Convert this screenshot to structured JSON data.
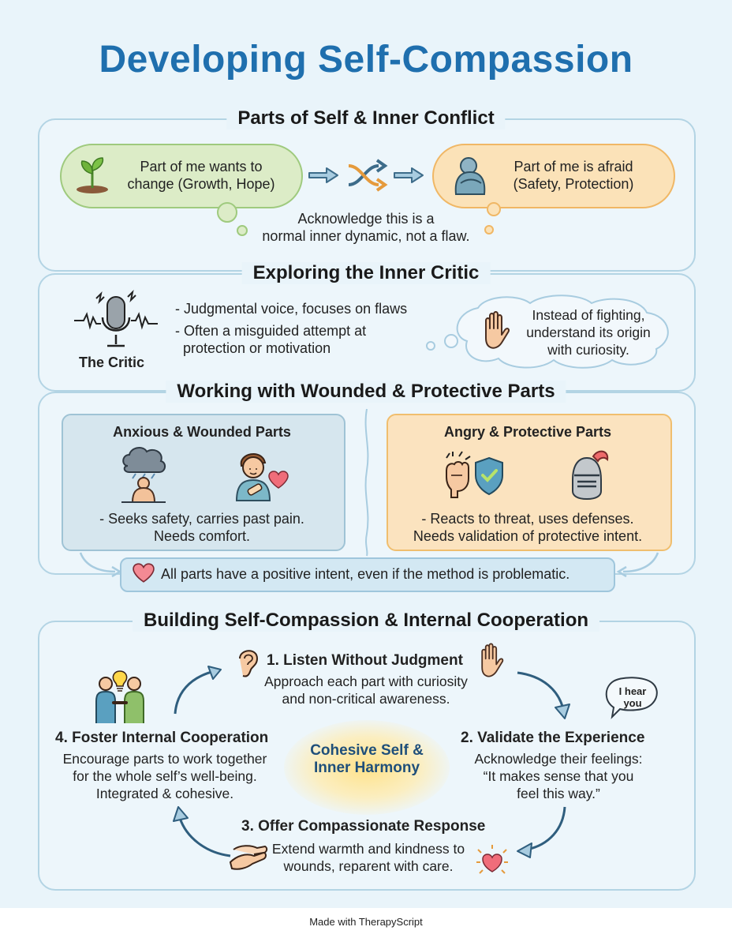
{
  "title": "Developing Self-Compassion",
  "sections": {
    "parts": {
      "heading": "Parts of Self & Inner Conflict",
      "growth_bubble": {
        "line1": "Part of me wants to",
        "line2": "change (Growth, Hope)"
      },
      "afraid_bubble": {
        "line1": "Part of me is afraid",
        "line2": "(Safety, Protection)"
      },
      "acknowledge": {
        "line1": "Acknowledge this is a",
        "line2": "normal inner dynamic, not a flaw."
      }
    },
    "critic": {
      "heading": "Exploring the Inner Critic",
      "label": "The Critic",
      "bullet1": "- Judgmental voice, focuses on flaws",
      "bullet2_line1": "- Often a misguided attempt at",
      "bullet2_line2": "protection or motivation",
      "thought": {
        "line1": "Instead of fighting,",
        "line2": "understand its origin",
        "line3": "with curiosity."
      }
    },
    "wounded": {
      "heading": "Working with Wounded & Protective Parts",
      "anxious": {
        "title": "Anxious & Wounded Parts",
        "line1": "- Seeks safety, carries past pain.",
        "line2": "Needs comfort."
      },
      "angry": {
        "title": "Angry & Protective Parts",
        "line1": "- Reacts to threat, uses defenses.",
        "line2": "Needs validation of protective intent."
      },
      "note": "All parts have a positive intent, even if the method is problematic."
    },
    "building": {
      "heading": "Building Self-Compassion & Internal Cooperation",
      "center": {
        "line1": "Cohesive Self &",
        "line2": "Inner Harmony"
      },
      "step1": {
        "title": "1. Listen Without Judgment",
        "line1": "Approach each part with curiosity",
        "line2": "and non-critical awareness."
      },
      "step2": {
        "title": "2. Validate the Experience",
        "line1": "Acknowledge their feelings:",
        "line2": "“It makes sense that you",
        "line3": "feel this way.”",
        "speech": {
          "line1": "I hear",
          "line2": "you"
        }
      },
      "step3": {
        "title": "3. Offer Compassionate Response",
        "line1": "Extend warmth and kindness to",
        "line2": "wounds, reparent with care."
      },
      "step4": {
        "title": "4. Foster Internal Cooperation",
        "line1": "Encourage parts to work together",
        "line2": "for the whole self’s well-being.",
        "line3": "Integrated & cohesive."
      }
    }
  },
  "footer": "Made with TherapyScript",
  "icons": [
    "sprout-icon",
    "shuffle-icon",
    "arrow-right-icon",
    "hugging-person-icon",
    "microphone-icon",
    "stop-hand-icon",
    "storm-cloud-icon",
    "child-bandage-icon",
    "heart-icon",
    "fist-icon",
    "shield-check-icon",
    "knight-helmet-icon",
    "ear-icon",
    "speech-bubble-icon",
    "caring-hands-icon",
    "glowing-heart-icon",
    "handshake-people-icon",
    "lightbulb-icon",
    "cycle-arrow-icon"
  ],
  "colors": {
    "title": "#1f6fae",
    "growth_fill": "#dcecc7",
    "growth_border": "#9fca7e",
    "afraid_fill": "#fbe2b8",
    "afraid_border": "#f0b765",
    "anxious_fill": "#d6e6ee",
    "anxious_border": "#9fc3d5",
    "angry_fill": "#fbe3bf",
    "angry_border": "#f0be6e",
    "heart": "#f06d7a"
  }
}
